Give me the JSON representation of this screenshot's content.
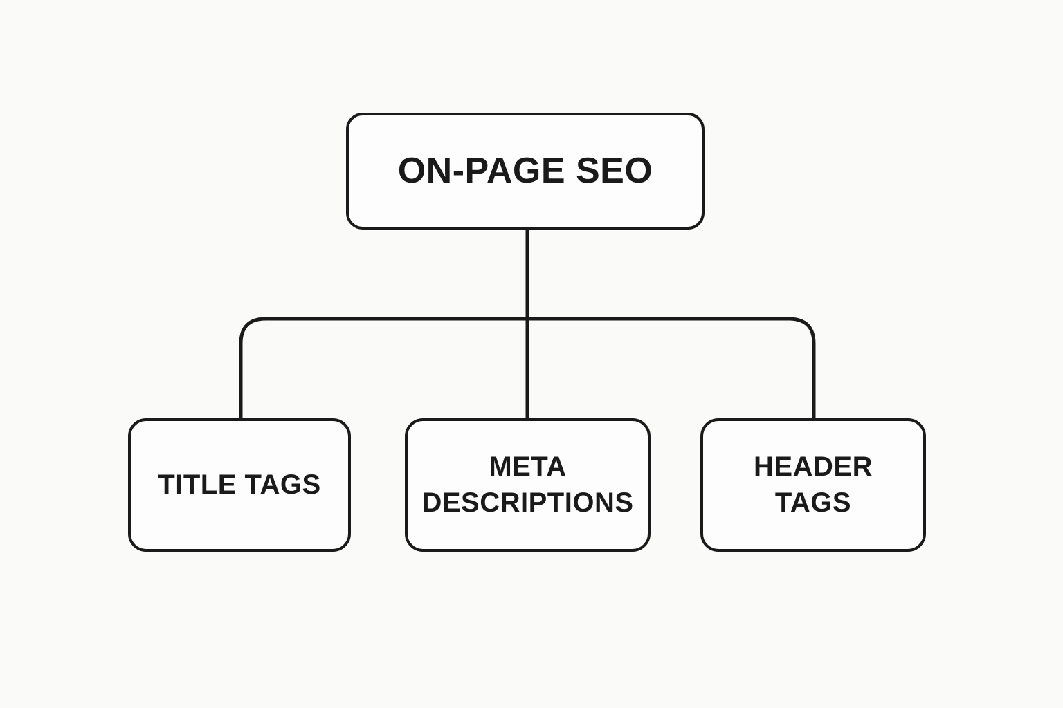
{
  "diagram": {
    "type": "flowchart-tree",
    "root": {
      "id": "on-page-seo",
      "label": "ON-PAGE SEO"
    },
    "children": [
      {
        "id": "title-tags",
        "label": "TITLE TAGS"
      },
      {
        "id": "meta-descriptions",
        "label": "META\nDESCRIPTIONS"
      },
      {
        "id": "header-tags",
        "label": "HEADER\nTAGS"
      }
    ],
    "colors": {
      "background": "#fafaf9",
      "stroke": "#1a1a1a",
      "box_fill": "#fdfdfd",
      "text": "#1a1a1a"
    }
  }
}
